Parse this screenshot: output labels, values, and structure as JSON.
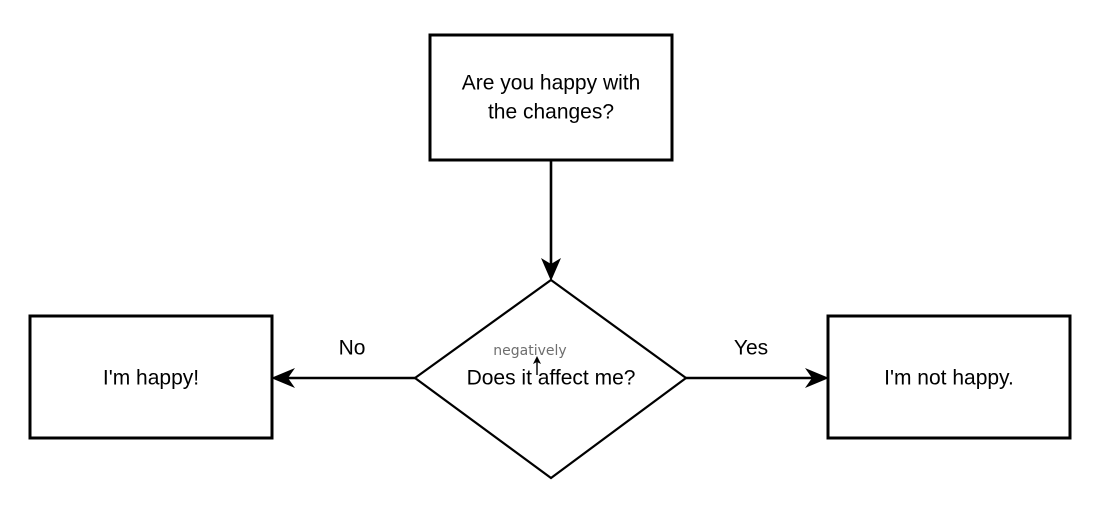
{
  "diagram": {
    "type": "flowchart",
    "title": "Are you happy with the changes? decision flowchart",
    "background_color": "#ffffff",
    "stroke_color": "#000000",
    "annotation_color": "#6e6e6e",
    "nodes": [
      {
        "id": "start",
        "shape": "rectangle",
        "label_line1": "Are you happy with",
        "label_line2": "the changes?"
      },
      {
        "id": "decision",
        "shape": "diamond",
        "label": "Does it affect me?",
        "annotation": "negatively"
      },
      {
        "id": "happy",
        "shape": "rectangle",
        "label": "I'm happy!"
      },
      {
        "id": "not-happy",
        "shape": "rectangle",
        "label": "I'm not happy."
      }
    ],
    "edges": [
      {
        "id": "start-to-decision",
        "from": "start",
        "to": "decision",
        "label": ""
      },
      {
        "id": "decision-to-happy",
        "from": "decision",
        "to": "happy",
        "label": "No"
      },
      {
        "id": "decision-to-not-happy",
        "from": "decision",
        "to": "not-happy",
        "label": "Yes"
      }
    ]
  }
}
